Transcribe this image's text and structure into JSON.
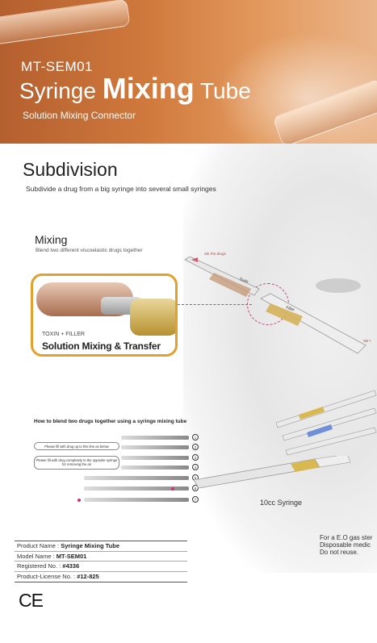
{
  "header": {
    "model_code": "MT-SEM01",
    "title_part1": "Syringe ",
    "title_part2": "Mixing",
    "title_part3": " Tube",
    "subtitle": "Solution Mixing Connector"
  },
  "subdivision": {
    "heading": "Subdivision",
    "description": "Subdivide a drug from a big syringe into several small syringes"
  },
  "mixing": {
    "heading": "Mixing",
    "description": "Blend two different viscoelastic drugs together",
    "box_line1": "TOXIN + FILLER",
    "box_line2": "Solution Mixing & Transfer",
    "label_stir_left": "Stir the drugs",
    "label_stir_right": "Stir t",
    "label_toxin": "Toxin",
    "label_filler": "Filler"
  },
  "howto": {
    "heading": "How to blend two drugs together using a syringe mixing tube",
    "note1": "Please fill with drug up to this line as below",
    "note2": "Please fill with drug completely to the opposite syringe for removing the air",
    "steps": [
      "1",
      "2",
      "3",
      "4",
      "5",
      "6",
      "7"
    ]
  },
  "syringe_label": "10cc Syringe",
  "gas_note": {
    "line1": "For a E.O gas ster",
    "line2": "Disposable medic",
    "line3": "Do not reuse."
  },
  "spec": {
    "product_name_label": "Product Name : ",
    "product_name": "Syringe Mixing Tube",
    "model_name_label": "Model Name : ",
    "model_name": "MT-SEM01",
    "registered_label": "Registered No. : ",
    "registered": "#4336",
    "license_label": "Product-License No. : ",
    "license": "#12-825"
  },
  "ce_mark": "CE",
  "colors": {
    "header_orange": "#d17a3e",
    "highlight_border": "#e3a02c",
    "accent_pink": "#c4487c"
  }
}
